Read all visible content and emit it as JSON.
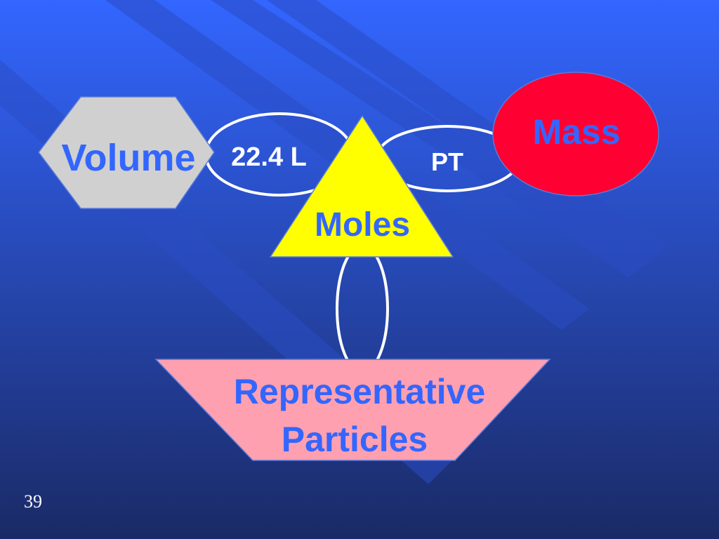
{
  "slide": {
    "page_number": "39",
    "colors": {
      "background_top": "#3366ff",
      "background_bottom": "#1a2a66",
      "stripe": "#2a4cc4",
      "label_blue": "#3366ff",
      "connector": "#ffffff"
    }
  },
  "nodes": {
    "volume": {
      "label": "Volume",
      "shape": "hexagon",
      "fill": "#d0d0d0"
    },
    "mass": {
      "label": "Mass",
      "shape": "ellipse",
      "fill": "#ff0033"
    },
    "moles": {
      "label": "Moles",
      "shape": "triangle",
      "fill": "#ffff00"
    },
    "particles": {
      "label_line1": "Representative",
      "label_line2": "Particles",
      "shape": "inverted-trapezoid",
      "fill": "#ffa0b0"
    }
  },
  "connectors": {
    "volume_moles": {
      "label": "22.4 L"
    },
    "moles_mass": {
      "label": "PT"
    }
  }
}
